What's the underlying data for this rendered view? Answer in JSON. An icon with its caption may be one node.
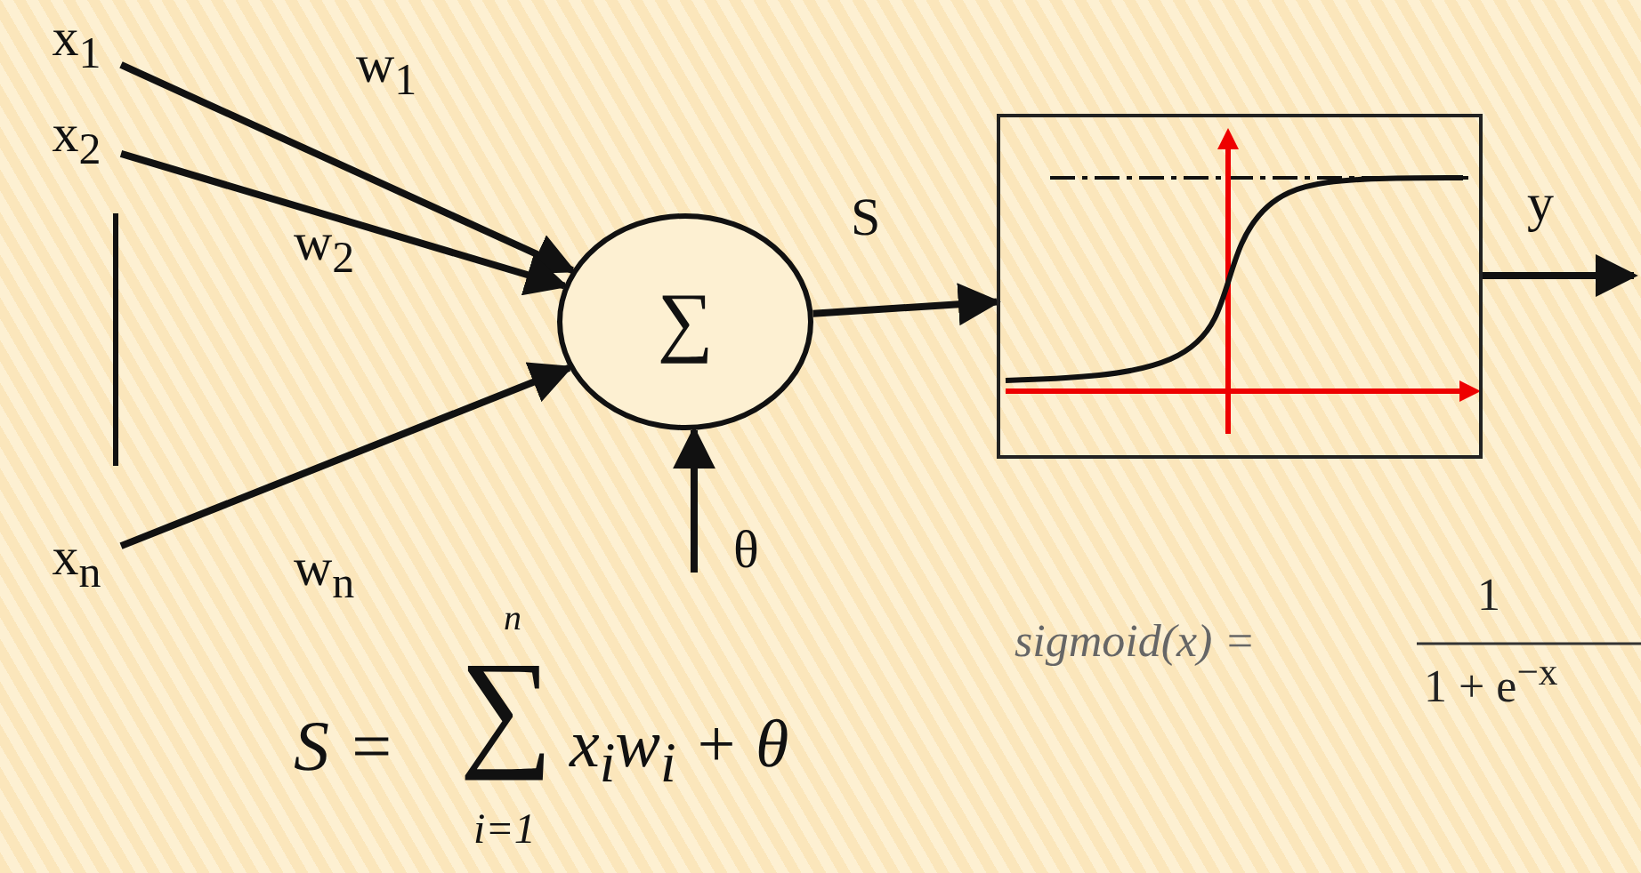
{
  "diagram": {
    "nodes": [
      {
        "text": [
          "x$_{1}$"
        ]
      },
      {
        "text": [
          "x$_{2}$"
        ]
      },
      {
        "text": [
          "x$_{n}$"
        ]
      },
      {
        "text": [
          "∑"
        ]
      },
      {
        "text": [],
        "shape": "box"
      }
    ],
    "edges": [
      {
        "from": 0,
        "to": 3,
        "arrow": "to",
        "label": "w$_{1}$"
      },
      {
        "from": 1,
        "to": 3,
        "arrow": "to",
        "label": "w$_{2}$"
      },
      {
        "from": 2,
        "to": 3,
        "arrow": "to",
        "label": "w$_{n}$"
      },
      {
        "from": null,
        "to": 3,
        "arrow": "to",
        "label": "θ"
      },
      {
        "from": 3,
        "to": 4,
        "arrow": "to",
        "label": "S"
      },
      {
        "from": 4,
        "to": null,
        "arrow": "to",
        "label": "y"
      }
    ],
    "labels": [
      "n",
      "S =",
      "∑",
      "x$_{i}$w$_{i}$ + θ",
      "i=1",
      "sigmoid(x) =",
      "1",
      "1 + e$^{−x}$"
    ]
  }
}
